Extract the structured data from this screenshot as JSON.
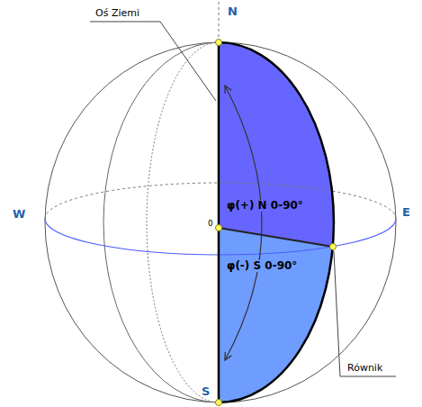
{
  "diagram": {
    "labels": [
      "Oś Ziemi",
      "N",
      "W",
      "E",
      "0",
      "φ(+) N 0-90°",
      "φ(-) S 0-90°",
      "Równik",
      "S"
    ]
  }
}
